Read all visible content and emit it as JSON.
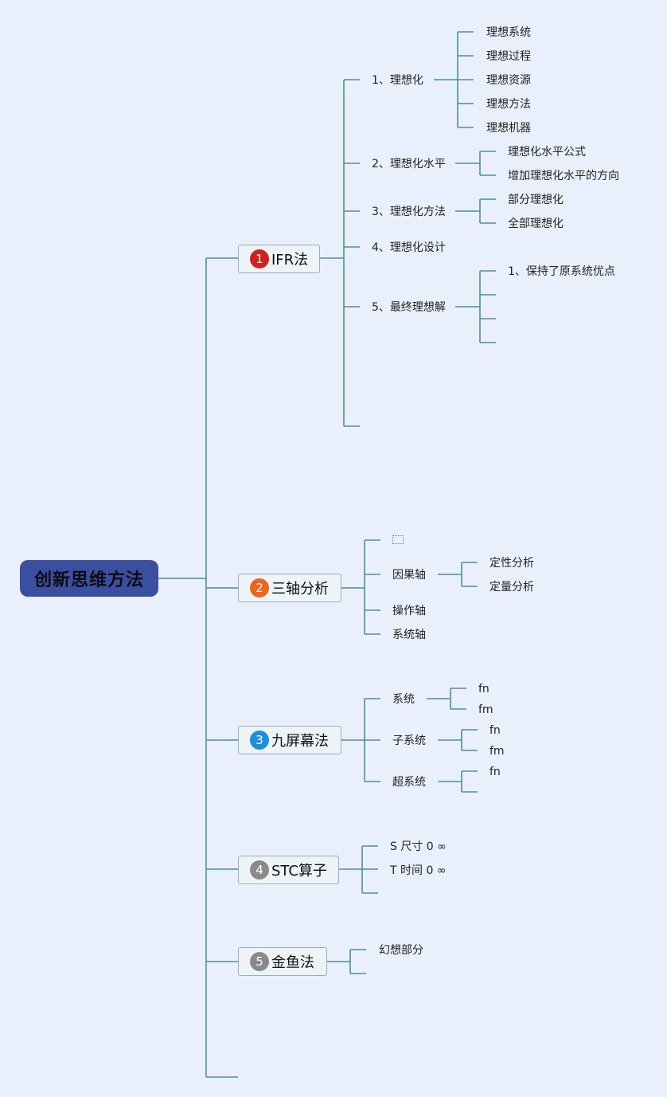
{
  "root": {
    "label": "创新思维方法"
  },
  "colors": {
    "line": "#4e8f92",
    "root_bg": "#3b4fa0",
    "badge_1": "#d0231f",
    "badge_2": "#e8661e",
    "badge_3": "#1e8fd6",
    "badge_4": "#8a8a8a",
    "badge_5": "#8a8a8a"
  },
  "branches": [
    {
      "badge": "1",
      "label": "IFR法",
      "children": [
        {
          "label": "1、理想化",
          "children": [
            "理想系统",
            "理想过程",
            "理想资源",
            "理想方法",
            "理想机器"
          ]
        },
        {
          "label": "2、理想化水平",
          "children": [
            "理想化水平公式",
            "增加理想化水平的方向"
          ]
        },
        {
          "label": "3、理想化方法",
          "children": [
            "部分理想化",
            "全部理想化"
          ]
        },
        {
          "label": "4、理想化设计"
        },
        {
          "label": "5、最终理想解",
          "children": [
            "1、保持了原系统优点",
            "",
            "",
            ""
          ]
        },
        {
          "label": ""
        }
      ]
    },
    {
      "badge": "2",
      "label": "三轴分析",
      "children": [
        {
          "label": "",
          "icon": "image-icon"
        },
        {
          "label": "因果轴",
          "children": [
            "定性分析",
            "定量分析"
          ]
        },
        {
          "label": "操作轴"
        },
        {
          "label": "系统轴"
        }
      ]
    },
    {
      "badge": "3",
      "label": "九屏幕法",
      "children": [
        {
          "label": "系统",
          "children": [
            "fn",
            "fm"
          ]
        },
        {
          "label": "子系统",
          "children": [
            "fn",
            "fm"
          ]
        },
        {
          "label": "超系统",
          "children": [
            "fn",
            ""
          ]
        }
      ]
    },
    {
      "badge": "4",
      "label": "STC算子",
      "children": [
        {
          "label": "S 尺寸 0 ∞"
        },
        {
          "label": "T 时间 0 ∞"
        },
        {
          "label": ""
        }
      ]
    },
    {
      "badge": "5",
      "label": "金鱼法",
      "children": [
        {
          "label": "幻想部分"
        },
        {
          "label": ""
        }
      ]
    }
  ]
}
